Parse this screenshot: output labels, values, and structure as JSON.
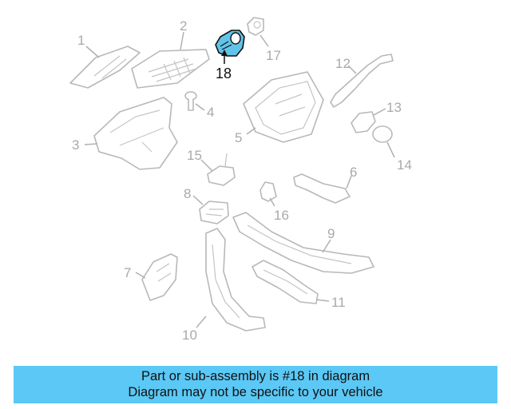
{
  "callouts": [
    "1",
    "2",
    "3",
    "4",
    "5",
    "6",
    "7",
    "8",
    "9",
    "10",
    "11",
    "12",
    "13",
    "14",
    "15",
    "16",
    "17",
    "18"
  ],
  "highlighted_callout": "18",
  "colors": {
    "highlight": "#62c3e8",
    "banner": "#5bc8f5",
    "part_line": "#b8b8b8",
    "label": "#a9a9a9"
  },
  "banner": {
    "line1": "Part or sub-assembly is #18 in diagram",
    "line2": "Diagram may not be specific to your vehicle"
  }
}
